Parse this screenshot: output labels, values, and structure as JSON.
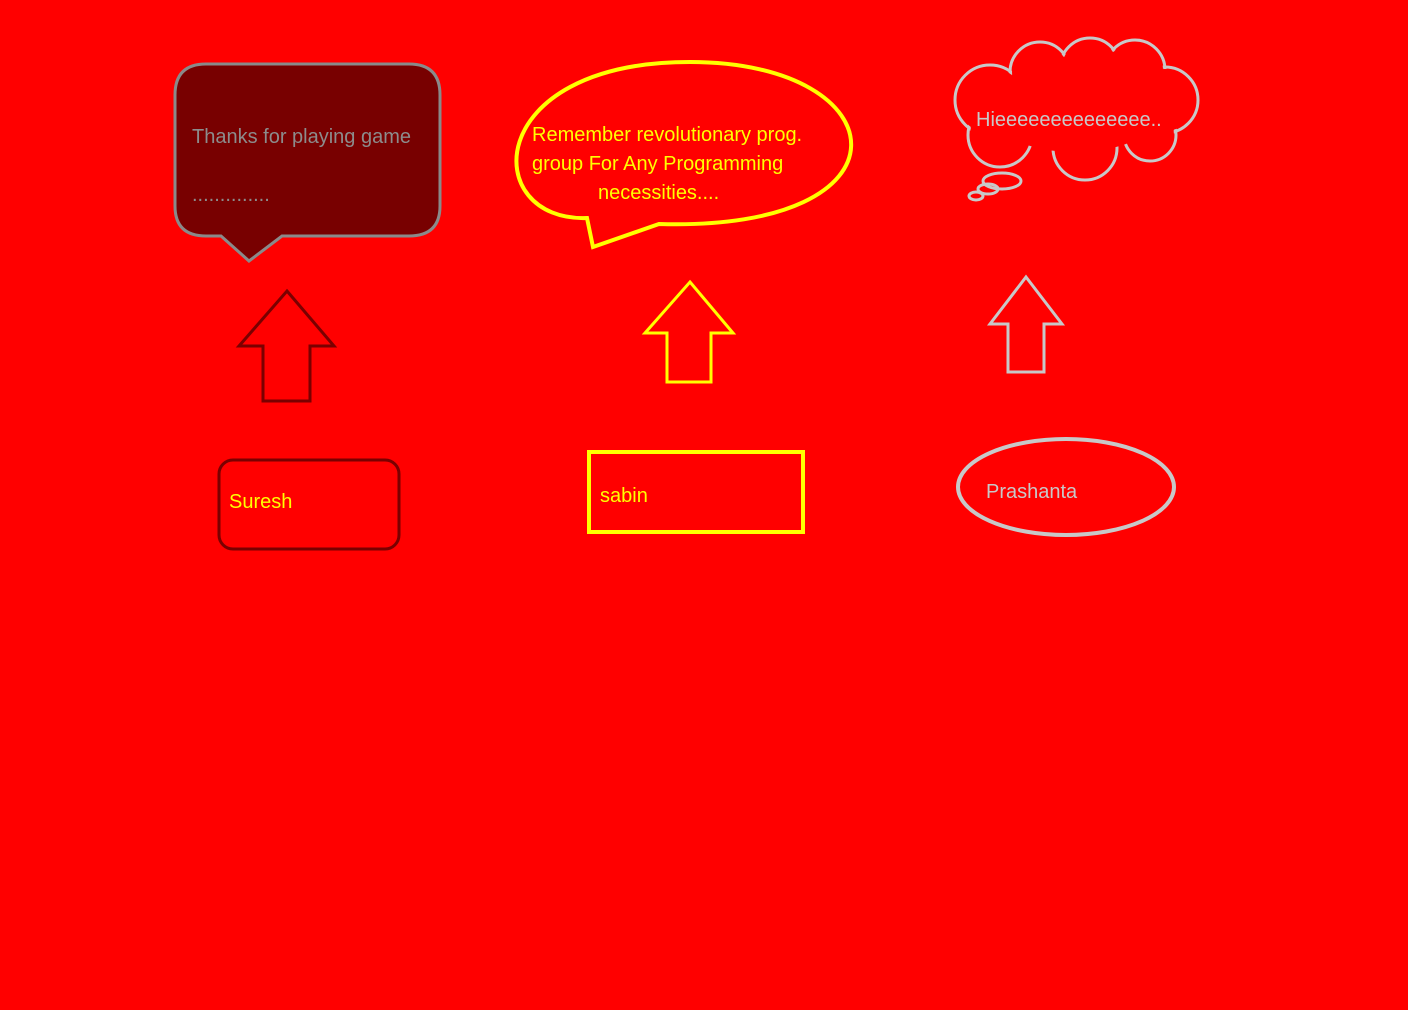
{
  "colors": {
    "background": "#ff0000",
    "suresh": "#7a0000",
    "suresh_fill": "#780000",
    "sabin": "#ffff00",
    "prashanta": "#c8c8c8",
    "bubble_text_gray": "#8c8c8c",
    "name_text_yellow": "#ffff00"
  },
  "columns": [
    {
      "person": "Suresh",
      "bubble_shape": "rounded-speech",
      "bubble_lines": [
        "Thanks for playing game",
        ".............."
      ]
    },
    {
      "person": "sabin",
      "bubble_shape": "oval-speech",
      "bubble_lines": [
        "Remember revolutionary prog.",
        "group For Any Programming",
        "necessities...."
      ]
    },
    {
      "person": "Prashanta",
      "bubble_shape": "thought-cloud",
      "bubble_lines": [
        "Hieeeeeeeeeeeeee.."
      ]
    }
  ]
}
